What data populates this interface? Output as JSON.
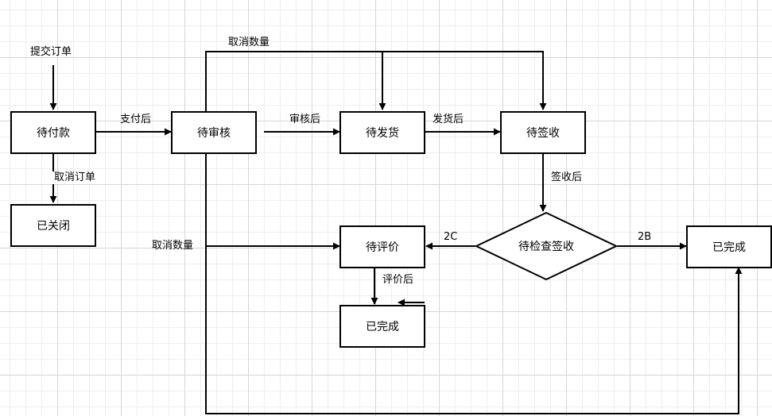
{
  "colors": {
    "stroke": "#000000",
    "fill": "#ffffff"
  },
  "nodes": {
    "pending_payment": "待付款",
    "closed": "已关闭",
    "pending_review": "待审核",
    "pending_shipment": "待发货",
    "pending_receipt": "待签收",
    "pending_inspection": "待检查签收",
    "pending_rating": "待评价",
    "completed_rating": "已完成",
    "completed_b": "已完成"
  },
  "edges": {
    "submit_order": "提交订单",
    "after_payment": "支付后",
    "cancel_order": "取消订单",
    "after_review": "审核后",
    "after_shipment": "发货后",
    "after_receipt": "签收后",
    "cancel_qty_top": "取消数量",
    "cancel_qty_left": "取消数量",
    "to_2c": "2C",
    "to_2b": "2B",
    "after_rating": "评价后"
  }
}
